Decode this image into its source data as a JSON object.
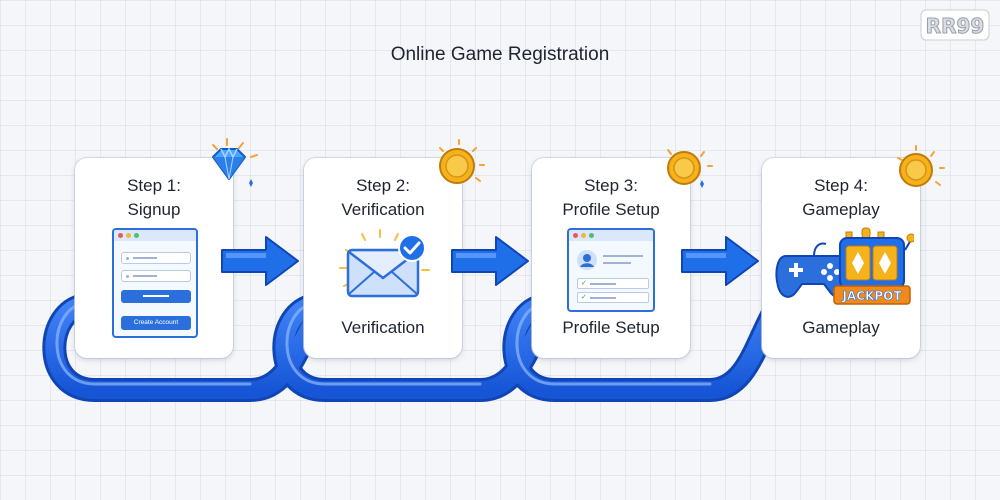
{
  "title": "Online Game Registration",
  "logo_text": "RR99",
  "steps": [
    {
      "title": "Step 1:\nSignup",
      "caption": "",
      "deco": "diamond-icon",
      "form_button": "Create Account"
    },
    {
      "title": "Step 2:\nVerification",
      "caption": "Verification",
      "deco": "coin-icon"
    },
    {
      "title": "Step 3:\nProfile Setup",
      "caption": "Profile Setup",
      "deco": "coin-icon"
    },
    {
      "title": "Step 4:\nGameplay",
      "caption": "Gameplay",
      "deco": "coin-icon",
      "badge": "JACKPOT"
    }
  ],
  "colors": {
    "accent_blue": "#2a6fdb",
    "arrow_blue": "#1f6fe8",
    "coin_gold": "#f5b21b",
    "jackpot_orange": "#f28a1a",
    "check_green": "#2aa05a"
  }
}
